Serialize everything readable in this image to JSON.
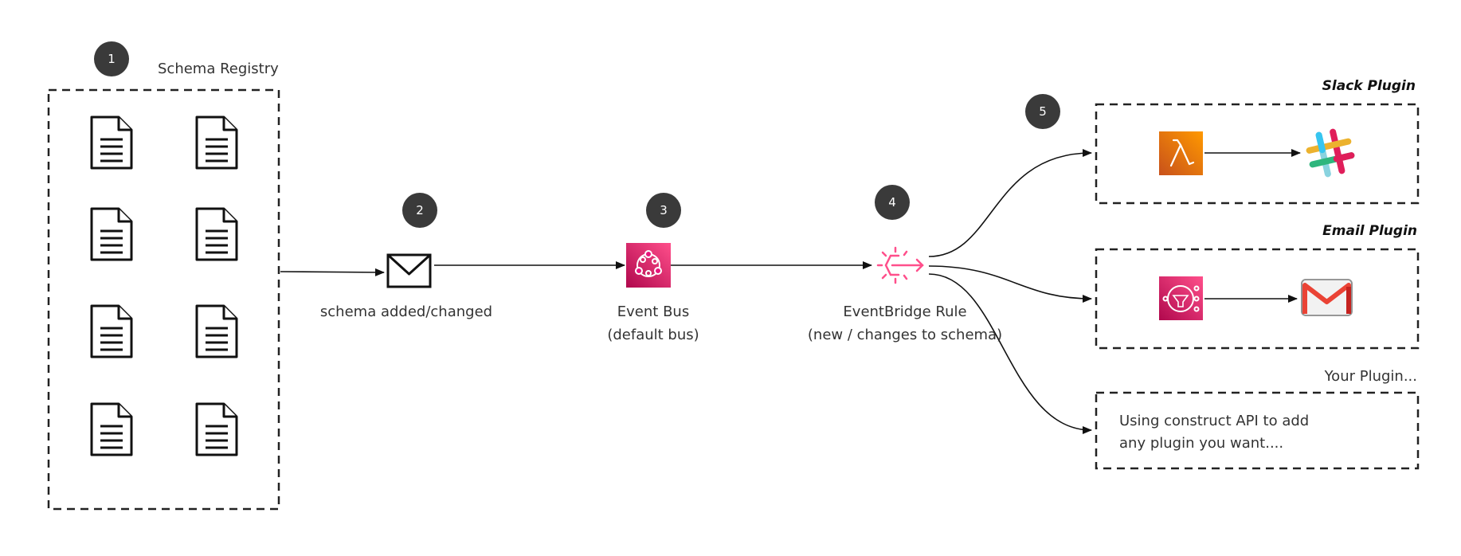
{
  "badges": [
    "1",
    "2",
    "3",
    "4",
    "5"
  ],
  "registry": {
    "title": "Schema Registry",
    "document_count": 8
  },
  "message": {
    "label": "schema added/changed"
  },
  "event_bus": {
    "line1": "Event Bus",
    "line2": "(default bus)"
  },
  "rule": {
    "line1": "EventBridge Rule",
    "line2": "(new / changes to schema)"
  },
  "plugins": {
    "slack": {
      "title": "Slack Plugin"
    },
    "email": {
      "title": "Email Plugin"
    },
    "custom": {
      "title": "Your Plugin...",
      "line1": "Using construct API to add",
      "line2": "any plugin you want...."
    }
  },
  "colors": {
    "badge": "#3a3a3a",
    "eventbridge": "#e7157b",
    "lambda": "#f58536",
    "sns": "#e7157b",
    "gmail_red": "#ea4335"
  },
  "icons": [
    "document-icon",
    "envelope-icon",
    "event-bus-icon",
    "eventbridge-rule-icon",
    "lambda-icon",
    "slack-icon",
    "sns-icon",
    "gmail-icon"
  ]
}
